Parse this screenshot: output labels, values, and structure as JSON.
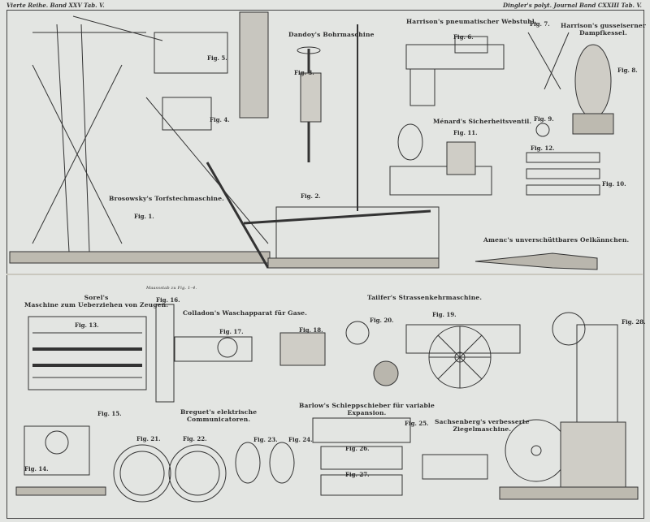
{
  "header": {
    "left": "Vierte Reihe. Band XXV Tab. V.",
    "right": "Dingler's polyt. Journal Band CXXIII Tab. V."
  },
  "titles": {
    "brosowsky": "Brosowsky's Torfstechmaschine.",
    "dandoy": "Dandoy's Bohrmaschine",
    "harrison_web": "Harrison's pneumatischer Webstuhl.",
    "harrison_kessel_1": "Harrison's gusseiserner",
    "harrison_kessel_2": "Dampfkessel.",
    "menard": "Ménard's Sicherheitsventil.",
    "amenc": "Amenc's unverschüttbares Oelkännchen.",
    "sorel_1": "Sorel's",
    "sorel_2": "Maschine zum Ueberziehen von Zeugen.",
    "colladon": "Colladon's Waschapparat für Gase.",
    "tailfer": "Tailfer's Strassenkehrmaschine.",
    "breguet_1": "Breguet's elektrische",
    "breguet_2": "Communicatoren.",
    "barlow_1": "Barlow's Schleppschieber für variable",
    "barlow_2": "Expansion.",
    "sachsenberg_1": "Sachsenberg's verbesserte",
    "sachsenberg_2": "Ziegelmaschine.",
    "scale": "Maassstab zu Fig. 1–4."
  },
  "figs": {
    "f1": "Fig. 1.",
    "f2": "Fig. 2.",
    "f3": "Fig. 3.",
    "f4": "Fig. 4.",
    "f5": "Fig. 5.",
    "f6": "Fig. 6.",
    "f7": "Fig. 7.",
    "f8": "Fig. 8.",
    "f9": "Fig. 9.",
    "f10": "Fig. 10.",
    "f11": "Fig. 11.",
    "f12": "Fig. 12.",
    "f13": "Fig. 13.",
    "f14": "Fig. 14.",
    "f15": "Fig. 15.",
    "f16": "Fig. 16.",
    "f17": "Fig. 17.",
    "f18": "Fig. 18.",
    "f19": "Fig. 19.",
    "f20": "Fig. 20.",
    "f21": "Fig. 21.",
    "f22": "Fig. 22.",
    "f23": "Fig. 23.",
    "f24": "Fig. 24.",
    "f25": "Fig. 25.",
    "f26": "Fig. 26.",
    "f27": "Fig. 27.",
    "f28": "Fig. 28."
  }
}
